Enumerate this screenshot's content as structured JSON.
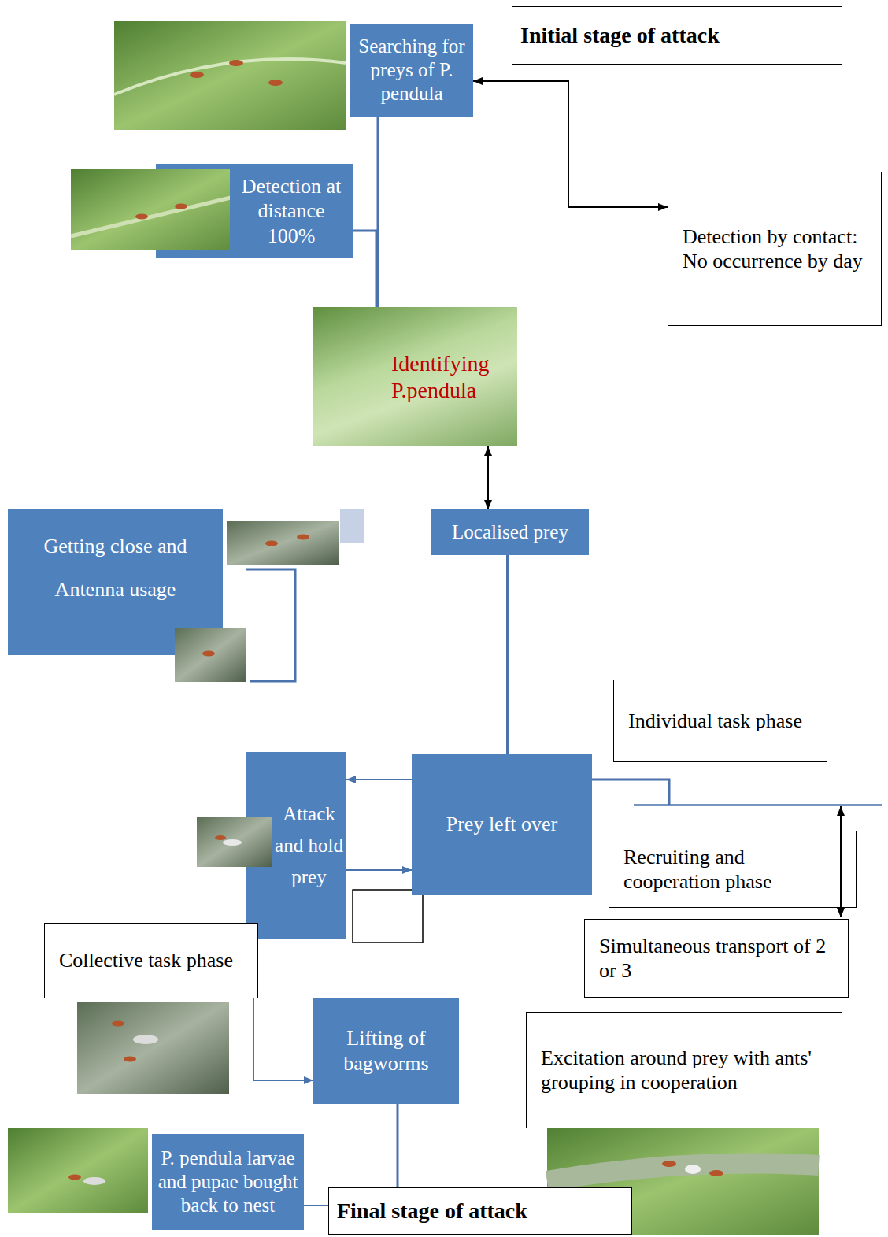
{
  "diagram": {
    "nodes": [
      {
        "text": [
          "Initial stage of attack"
        ]
      },
      {
        "text": [
          "Searching for preys of P. pendula"
        ]
      },
      {
        "text": [
          "Detection at distance 100%"
        ]
      },
      {
        "text": [
          "Detection by contact: No occurrence by day"
        ]
      },
      {
        "text": [
          "Identifying P.pendula"
        ]
      },
      {
        "text": [
          "Localised prey"
        ]
      },
      {
        "text": [
          "Getting close and Antenna usage"
        ]
      },
      {
        "text": [
          "Individual task phase"
        ]
      },
      {
        "text": [
          "Attack and hold prey"
        ]
      },
      {
        "text": [
          "Prey left over"
        ]
      },
      {
        "text": [
          "Recruiting and cooperation phase"
        ]
      },
      {
        "text": [
          "Collective task phase"
        ]
      },
      {
        "text": [
          "Simultaneous transport of 2 or 3"
        ]
      },
      {
        "text": [
          "Lifting of bagworms"
        ]
      },
      {
        "text": [
          "Excitation around prey with ants' grouping in cooperation"
        ]
      },
      {
        "text": [
          "P. pendula larvae and pupae bought back to nest"
        ]
      },
      {
        "text": [
          "Final stage of attack"
        ]
      }
    ],
    "edges": [
      {
        "from": 1,
        "to": 4,
        "arrow": "none"
      },
      {
        "from": 2,
        "to": 4,
        "arrow": "none"
      },
      {
        "from": 1,
        "to": 3,
        "arrow": "both"
      },
      {
        "from": 4,
        "to": 5,
        "arrow": "both"
      },
      {
        "from": 5,
        "to": 9,
        "arrow": "none"
      },
      {
        "from": 9,
        "to": 8,
        "arrow": "to"
      },
      {
        "from": 8,
        "to": 9,
        "arrow": "to"
      },
      {
        "from": 11,
        "to": 13,
        "arrow": "to"
      },
      {
        "from": 13,
        "to": 16,
        "arrow": "none"
      },
      {
        "from": 15,
        "to": 16,
        "arrow": "none"
      }
    ]
  }
}
